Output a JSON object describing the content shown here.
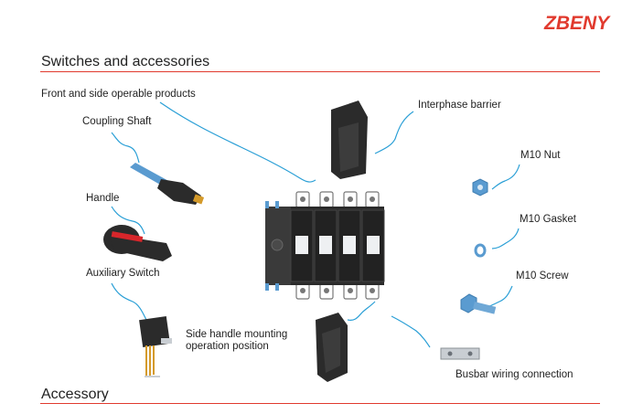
{
  "brand": {
    "logo_text": "ZBENY",
    "color": "#e13a2e"
  },
  "sections": {
    "top_title": "Switches and accessories",
    "bottom_title": "Accessory"
  },
  "labels": {
    "front_side": "Front and side operable products",
    "coupling_shaft": "Coupling Shaft",
    "handle": "Handle",
    "auxiliary_switch": "Auxiliary Switch",
    "side_handle_line1": "Side handle mounting",
    "side_handle_line2": "operation position",
    "interphase_barrier": "Interphase barrier",
    "m10_nut": "M10 Nut",
    "m10_gasket": "M10 Gasket",
    "m10_screw": "M10 Screw",
    "busbar": "Busbar wiring connection"
  },
  "colors": {
    "leader_line": "#2a9fd6",
    "part_dark": "#2b2b2b",
    "part_metal": "#c9ced3",
    "part_blue": "#5a9bd0",
    "handle_red": "#d8262b"
  }
}
